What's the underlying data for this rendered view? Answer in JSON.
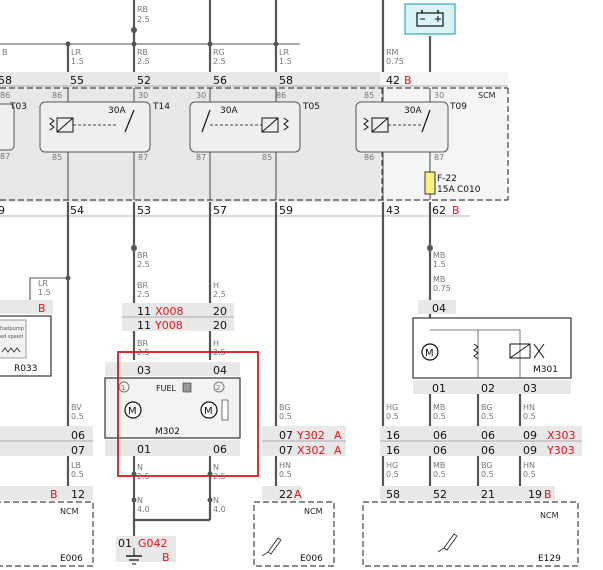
{
  "modules": {
    "scm": "SCM",
    "ncm": "NCM"
  },
  "top_wires": [
    {
      "code": "RB",
      "gauge": "2.5"
    },
    {
      "code": "LR",
      "gauge": "1.5"
    },
    {
      "code": "RB",
      "gauge": "2.5"
    },
    {
      "code": "RG",
      "gauge": "2.5"
    },
    {
      "code": "LR",
      "gauge": "1.5"
    },
    {
      "code": "RM",
      "gauge": "0.75"
    },
    {
      "code": "B",
      "gauge": ""
    }
  ],
  "scm_top_pins": [
    "58",
    "55",
    "52",
    "56",
    "58",
    "42"
  ],
  "scm_top_pin_suffix": "B",
  "scm_bottom_pins": [
    "9",
    "54",
    "53",
    "57",
    "59",
    "43",
    "62"
  ],
  "scm_bottom_pin_suffix": "B",
  "relays": [
    {
      "id": "T03",
      "rating": "",
      "pins": [
        "86",
        "87"
      ]
    },
    {
      "id": "T14",
      "rating": "30A",
      "pins": [
        "86",
        "30",
        "85",
        "87"
      ]
    },
    {
      "id": "T05",
      "rating": "30A",
      "pins": [
        "30",
        "86",
        "87",
        "85"
      ]
    },
    {
      "id": "T09",
      "rating": "30A",
      "pins": [
        "85",
        "30",
        "86",
        "87"
      ]
    }
  ],
  "fuse": {
    "id": "F-22",
    "rating": "15A",
    "connector": "C010"
  },
  "mid_wires": {
    "lr": {
      "code": "LR",
      "gauge": "1.5"
    },
    "br1": {
      "code": "BR",
      "gauge": "2.5"
    },
    "br2": {
      "code": "BR",
      "gauge": "2.5"
    },
    "h1": {
      "code": "H",
      "gauge": "2.5"
    },
    "br3": {
      "code": "BR",
      "gauge": "2.5"
    },
    "h2": {
      "code": "H",
      "gauge": "2.5"
    },
    "mb1": {
      "code": "MB",
      "gauge": "1.5"
    },
    "mb2": {
      "code": "MB",
      "gauge": "0.75"
    },
    "bv": {
      "code": "BV",
      "gauge": "0.5"
    },
    "bg_a": {
      "code": "BG",
      "gauge": "0.5"
    },
    "lb": {
      "code": "LB",
      "gauge": "0.5"
    },
    "hn_a": {
      "code": "HN",
      "gauge": "0.5"
    },
    "n1": {
      "code": "N",
      "gauge": "2.5"
    },
    "n2": {
      "code": "N",
      "gauge": "2.5"
    },
    "n3": {
      "code": "N",
      "gauge": "4.0"
    },
    "n4": {
      "code": "N",
      "gauge": "4.0"
    }
  },
  "right_wires": [
    {
      "code": "HG",
      "gauge": "0.5"
    },
    {
      "code": "MB",
      "gauge": "0.5"
    },
    {
      "code": "BG",
      "gauge": "0.5"
    },
    {
      "code": "HN",
      "gauge": "0.5"
    }
  ],
  "connectors": {
    "x008": {
      "pin_l": "11",
      "name": "X008",
      "pin_r": "20"
    },
    "y008": {
      "pin_l": "11",
      "name": "Y008",
      "pin_r": "20"
    },
    "r033_pin": "B",
    "r033": "R033",
    "r033_label1": "fuelpump",
    "r033_label2": "ed speed",
    "m302_pins_top": [
      "03",
      "04"
    ],
    "m302_pins_bot": [
      "01",
      "06"
    ],
    "m302": "M302",
    "m302_label": "FUEL",
    "m302_markers": [
      "1",
      "2"
    ],
    "m301_pin_top": "04",
    "m301_pins_bot": [
      "01",
      "02",
      "03"
    ],
    "m301": "M301",
    "left_pins": [
      "06",
      "07"
    ],
    "y302": {
      "pin": "07",
      "name": "Y302",
      "suffix": "A"
    },
    "x302": {
      "pin": "07",
      "name": "X302",
      "suffix": "A"
    },
    "x303": {
      "pins": [
        "16",
        "06",
        "06",
        "09"
      ],
      "name": "X303"
    },
    "y303": {
      "pins": [
        "16",
        "06",
        "06",
        "09"
      ],
      "name": "Y303"
    },
    "e006_left_pin": "12",
    "e006_left_suffix": "B",
    "g042": {
      "pin": "01",
      "name": "G042",
      "suffix": "B"
    },
    "e006_mid": {
      "pin": "22",
      "suffix": "A",
      "name": "E006"
    },
    "e006_left": "E006",
    "e129": {
      "pins": [
        "58",
        "52",
        "21",
        "19"
      ],
      "suffix": "B",
      "name": "E129"
    }
  },
  "colors": {
    "wire": "#555555",
    "label_red": "#e0141c",
    "label_magenta": "#e01ad8",
    "fuse_fill": "#fff27a",
    "battery_fill": "#d9f3f6",
    "highlight": "#e0141c"
  }
}
